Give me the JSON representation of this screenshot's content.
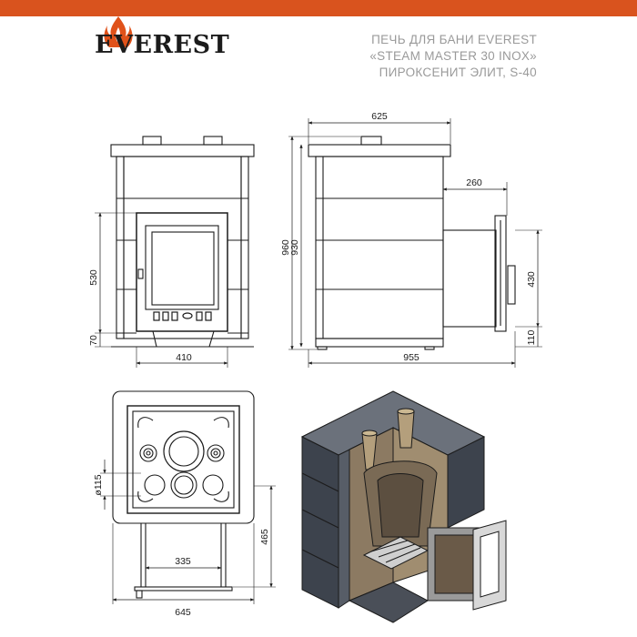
{
  "brand": {
    "logo_text": "EVEREST",
    "accent_color": "#d9531e"
  },
  "title": {
    "line1": "ПЕЧЬ ДЛЯ БАНИ EVEREST",
    "line2": "«STEAM MASTER 30 INOX»",
    "line3": "ПИРОКСЕНИТ ЭЛИТ, S-40"
  },
  "dimensions": {
    "front_height_door": "530",
    "front_leg_height": "70",
    "front_width": "410",
    "side_top_width": "625",
    "side_height_total": "960",
    "side_height_body": "930",
    "side_tunnel_length": "260",
    "side_tunnel_height": "430",
    "side_tunnel_bottom": "110",
    "side_total_width": "955",
    "top_pipe_diameter": "ø115",
    "top_depth": "465",
    "top_tunnel_width": "335",
    "top_width": "645"
  }
}
